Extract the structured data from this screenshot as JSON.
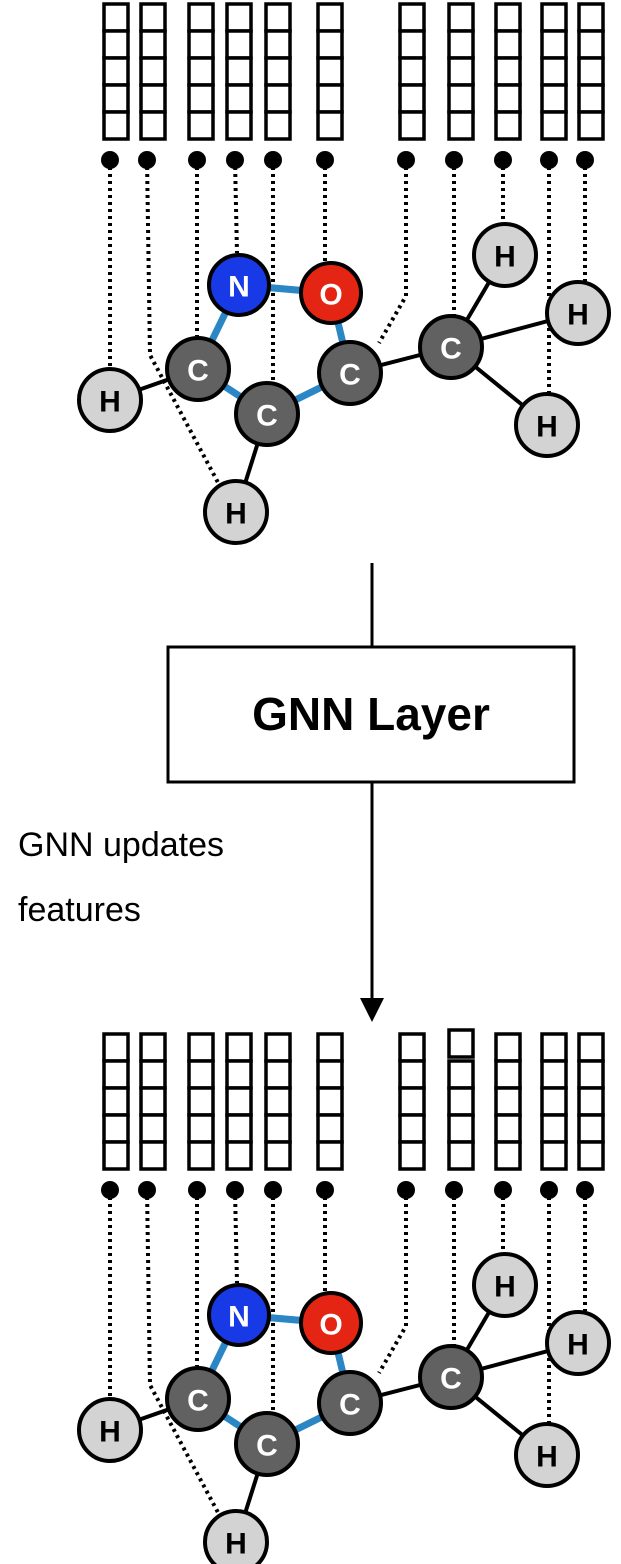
{
  "colors": {
    "carbon": "#616161",
    "hydrogen": "#d3d3d3",
    "nitrogen": "#1739e6",
    "oxygen": "#e52514",
    "ring_bond": "#2a86c4",
    "bond": "#000000"
  },
  "atom_types": {
    "C": {
      "label": "C",
      "color_key": "carbon",
      "text_color": "#ffffff"
    },
    "H": {
      "label": "H",
      "color_key": "hydrogen",
      "text_color": "#000000"
    },
    "N": {
      "label": "N",
      "color_key": "nitrogen",
      "text_color": "#ffffff"
    },
    "O": {
      "label": "O",
      "color_key": "oxygen",
      "text_color": "#ffffff"
    }
  },
  "molecule": {
    "atoms": [
      {
        "id": "n1",
        "type": "N"
      },
      {
        "id": "o1",
        "type": "O"
      },
      {
        "id": "c1",
        "type": "C"
      },
      {
        "id": "c2",
        "type": "C"
      },
      {
        "id": "c3",
        "type": "C"
      },
      {
        "id": "c4",
        "type": "C"
      },
      {
        "id": "h1",
        "type": "H"
      },
      {
        "id": "h2",
        "type": "H"
      },
      {
        "id": "h3",
        "type": "H"
      },
      {
        "id": "h4",
        "type": "H"
      },
      {
        "id": "h5",
        "type": "H"
      }
    ],
    "bonds": [
      {
        "from": "c1",
        "to": "n1",
        "ring": true
      },
      {
        "from": "n1",
        "to": "o1",
        "ring": true
      },
      {
        "from": "o1",
        "to": "c3",
        "ring": true
      },
      {
        "from": "c3",
        "to": "c2",
        "ring": true
      },
      {
        "from": "c2",
        "to": "c1",
        "ring": true
      },
      {
        "from": "c1",
        "to": "h1",
        "ring": false
      },
      {
        "from": "c2",
        "to": "h2",
        "ring": false
      },
      {
        "from": "c3",
        "to": "c4",
        "ring": false
      },
      {
        "from": "c4",
        "to": "h3",
        "ring": false
      },
      {
        "from": "c4",
        "to": "h4",
        "ring": false
      },
      {
        "from": "c4",
        "to": "h5",
        "ring": false
      }
    ]
  },
  "feature_vectors": {
    "cells_per_vector": 5,
    "order": [
      "h1",
      "h2",
      "c1",
      "n1",
      "c2",
      "o1",
      "c3",
      "c4",
      "h3",
      "h5",
      "h4"
    ]
  },
  "layer_box": {
    "label": "GNN Layer"
  },
  "arrow_label": {
    "lines": [
      "GNN updates",
      "features"
    ]
  }
}
